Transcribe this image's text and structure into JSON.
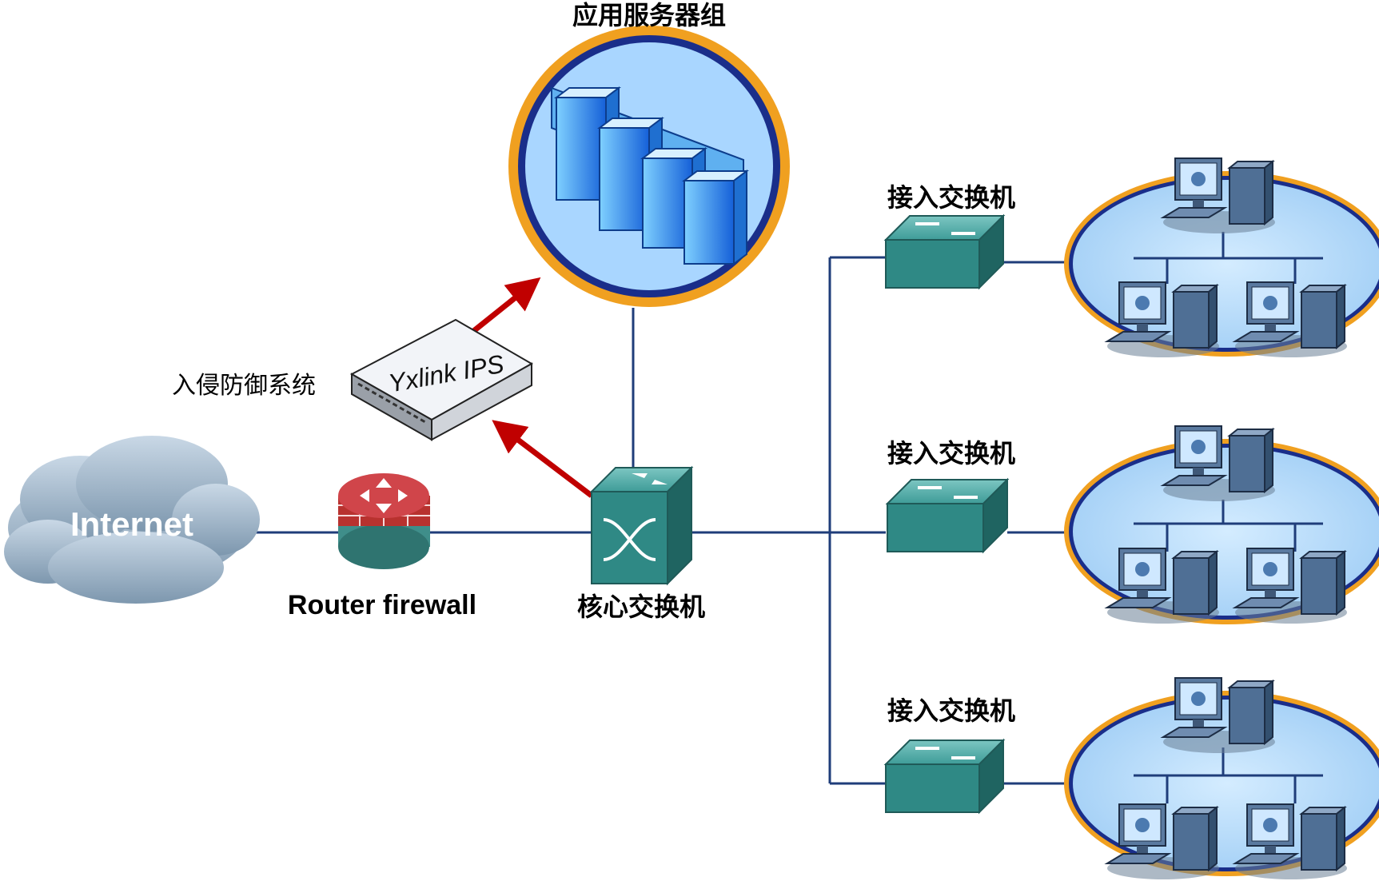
{
  "labels": {
    "server_group": "应用服务器组",
    "ips_system": "入侵防御系统",
    "ips_device": "Yxlink IPS",
    "internet": "Internet",
    "router_firewall": "Router firewall",
    "core_switch": "核心交换机",
    "access_switch": "接入交换机"
  },
  "colors": {
    "link_line": "#1f3d7a",
    "alert_arrow": "#c00000",
    "ring_orange": "#f0a020",
    "ring_navy": "#1a2e8a",
    "lan_fill": "#b9dcff",
    "switch_teal": "#2a8a8a",
    "cloud": "#aac0d4",
    "router_red": "#c0303a"
  }
}
